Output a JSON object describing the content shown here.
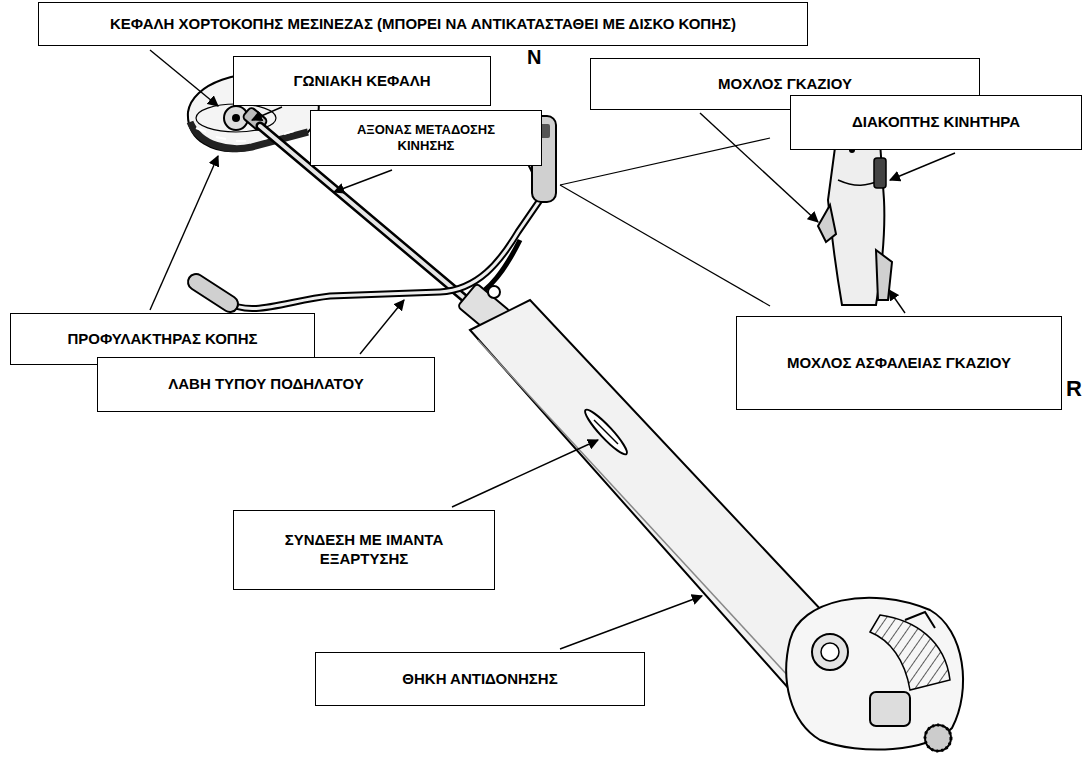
{
  "diagram": {
    "nodes": [
      {
        "text": [
          "ΚΕΦΑΛΗ ΧΟΡΤΟΚΟΠΗΣ ΜΕΣΙΝΕΖΑΣ (ΜΠΟΡΕΙ ΝΑ ΑΝΤΙΚΑΤΑΣΤΑΘΕΙ ΜΕ ΔΙΣΚΟ ΚΟΠΗΣ)"
        ]
      },
      {
        "text": [
          "ΓΩΝΙΑΚΗ ΚΕΦΑΛΗ"
        ]
      },
      {
        "text": [
          "ΜΟΧΛΟΣ ΓΚΑΖΙΟΥ"
        ]
      },
      {
        "text": [
          "ΔΙΑΚΟΠΤΗΣ ΚΙΝΗΤΗΡΑ"
        ]
      },
      {
        "text": [
          "ΑΞΟΝΑΣ ΜΕΤΑΔΟΣΗΣ ΚΙΝΗΣΗΣ"
        ]
      },
      {
        "text": [
          "ΠΡΟΦΥΛΑΚΤΗΡΑΣ ΚΟΠΗΣ"
        ]
      },
      {
        "text": [
          "ΛΑΒΗ ΤΥΠΟΥ ΠΟΔΗΛΑΤΟΥ"
        ]
      },
      {
        "text": [
          "ΜΟΧΛΟΣ ΑΣΦΑΛΕΙΑΣ ΓΚΑΖΙΟΥ"
        ]
      },
      {
        "text": [
          "ΣΥΝΔΕΣΗ ΜΕ ΙΜΑΝΤΑ ΕΞΑΡΤΥΣΗΣ"
        ]
      },
      {
        "text": [
          "ΘΗΚΗ ΑΝΤΙΔΟΝΗΣΗΣ"
        ]
      }
    ],
    "labels": [
      "N",
      "R"
    ]
  }
}
